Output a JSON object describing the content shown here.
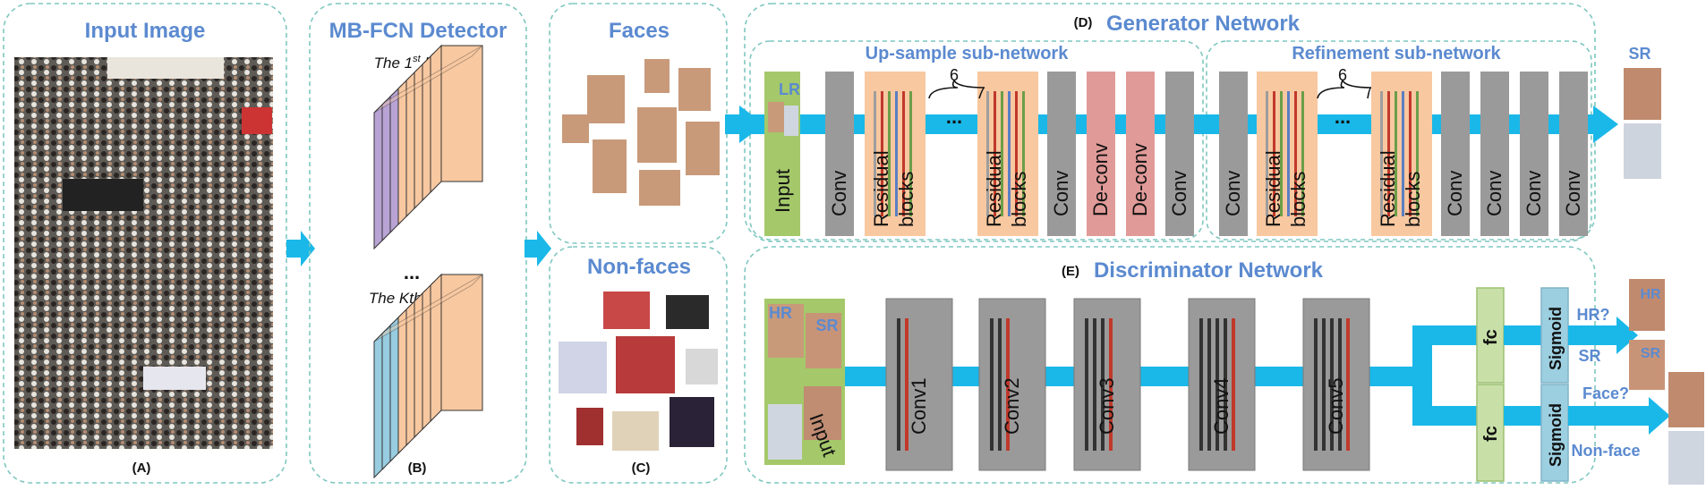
{
  "panels": {
    "input_title": "Input Image",
    "input_label": "(A)",
    "detector_title": "MB-FCN Detector",
    "detector_label": "(B)",
    "branch_first_prefix": "The 1",
    "branch_first_sup": "st",
    "branch_first_suffix": " branch",
    "branch_dots": "...",
    "branch_kth": "The Kth branch",
    "faces_title": "Faces",
    "nonfaces_title": "Non-faces",
    "crops_label": "(C)"
  },
  "generator": {
    "tag": "(D)",
    "title": "Generator Network",
    "upsample_title": "Up-sample sub-network",
    "refine_title": "Refinement sub-network",
    "input_text": "Input",
    "lr_label": "LR",
    "sr_label": "SR",
    "repeat_count": "6",
    "ellipsis": "...",
    "conv": "Conv",
    "deconv": "De-conv",
    "residual": "Residual",
    "blocks": "blocks"
  },
  "discriminator": {
    "tag": "(E)",
    "title": "Discriminator Network",
    "input_text": "Input",
    "hr_label": "HR",
    "sr_label": "SR",
    "conv_layers": [
      "Conv1",
      "Conv2",
      "Conv3",
      "Conv4",
      "Conv5"
    ],
    "fc": "fc",
    "sigmoid": "Sigmoid",
    "q_hr": "HR?",
    "a_sr": "SR",
    "q_face": "Face?",
    "a_nonface": "Non-face",
    "out_hr": "HR",
    "out_sr": "SR"
  },
  "colors": {
    "title_blue": "#5b8ad0",
    "arrow_cyan": "#1ab8e8",
    "conv_gray": "#9a9a9a",
    "residual_orange": "#f8c8a0",
    "deconv_red": "#e09a98",
    "input_green": "#a4c86a",
    "fc_green": "#c8e0a8",
    "sigmoid_blue": "#9ccfe0",
    "branch_purple": "#b9a3d4",
    "branch_blue": "#98cce0",
    "branch_peach": "#f8c8a0"
  }
}
